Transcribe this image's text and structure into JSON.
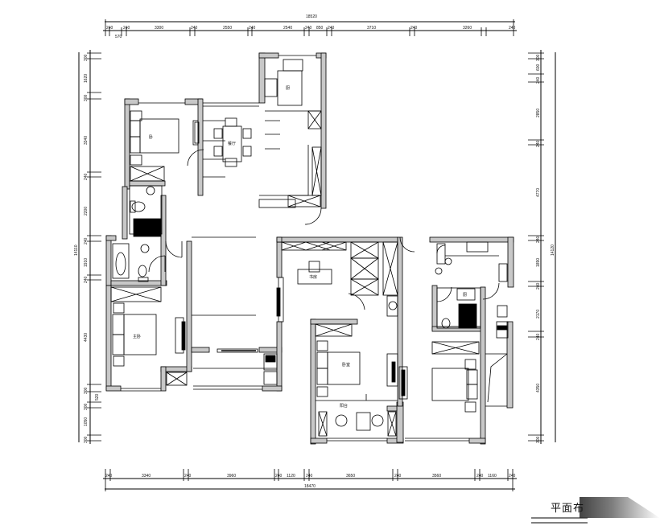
{
  "drawing": {
    "title": "平面布置图",
    "title_visible": "平面布",
    "type": "floor plan"
  },
  "dimensions": {
    "top_total": "18520",
    "top_segments": [
      "240",
      "570",
      "240",
      "3300",
      "240",
      "2550",
      "240",
      "2540",
      "240",
      "850",
      "240",
      "3710",
      "240",
      "3260",
      "240"
    ],
    "bottom_total": "18470",
    "bottom_segments": [
      "240",
      "3340",
      "240",
      "3960",
      "240",
      "1120",
      "240",
      "3650",
      "240",
      "3560",
      "240",
      "1160",
      "240"
    ],
    "left_total": "14110",
    "left_segments": [
      "300",
      "1620",
      "300",
      "3340",
      "240",
      "2200",
      "240",
      "1910",
      "240",
      "4430",
      "300",
      "520",
      "300",
      "1050",
      "300"
    ],
    "right_total": "14120",
    "right_segments": [
      "300",
      "600",
      "240",
      "2850",
      "240",
      "4770",
      "240",
      "1890",
      "240",
      "2170",
      "240",
      "4350",
      "300"
    ]
  },
  "rooms": [
    {
      "name": "bedroom-1",
      "label": "卧"
    },
    {
      "name": "kitchen-1",
      "label": "厨"
    },
    {
      "name": "dining",
      "label": "餐厅"
    },
    {
      "name": "bedroom-2",
      "label": "主卧"
    },
    {
      "name": "study",
      "label": "书房"
    },
    {
      "name": "bedroom-3",
      "label": "卧室"
    },
    {
      "name": "balcony",
      "label": "阳台"
    },
    {
      "name": "kitchen-2",
      "label": "厨"
    }
  ],
  "colors": {
    "wall": "#c8c8c8",
    "line": "#000000",
    "background": "#ffffff"
  }
}
